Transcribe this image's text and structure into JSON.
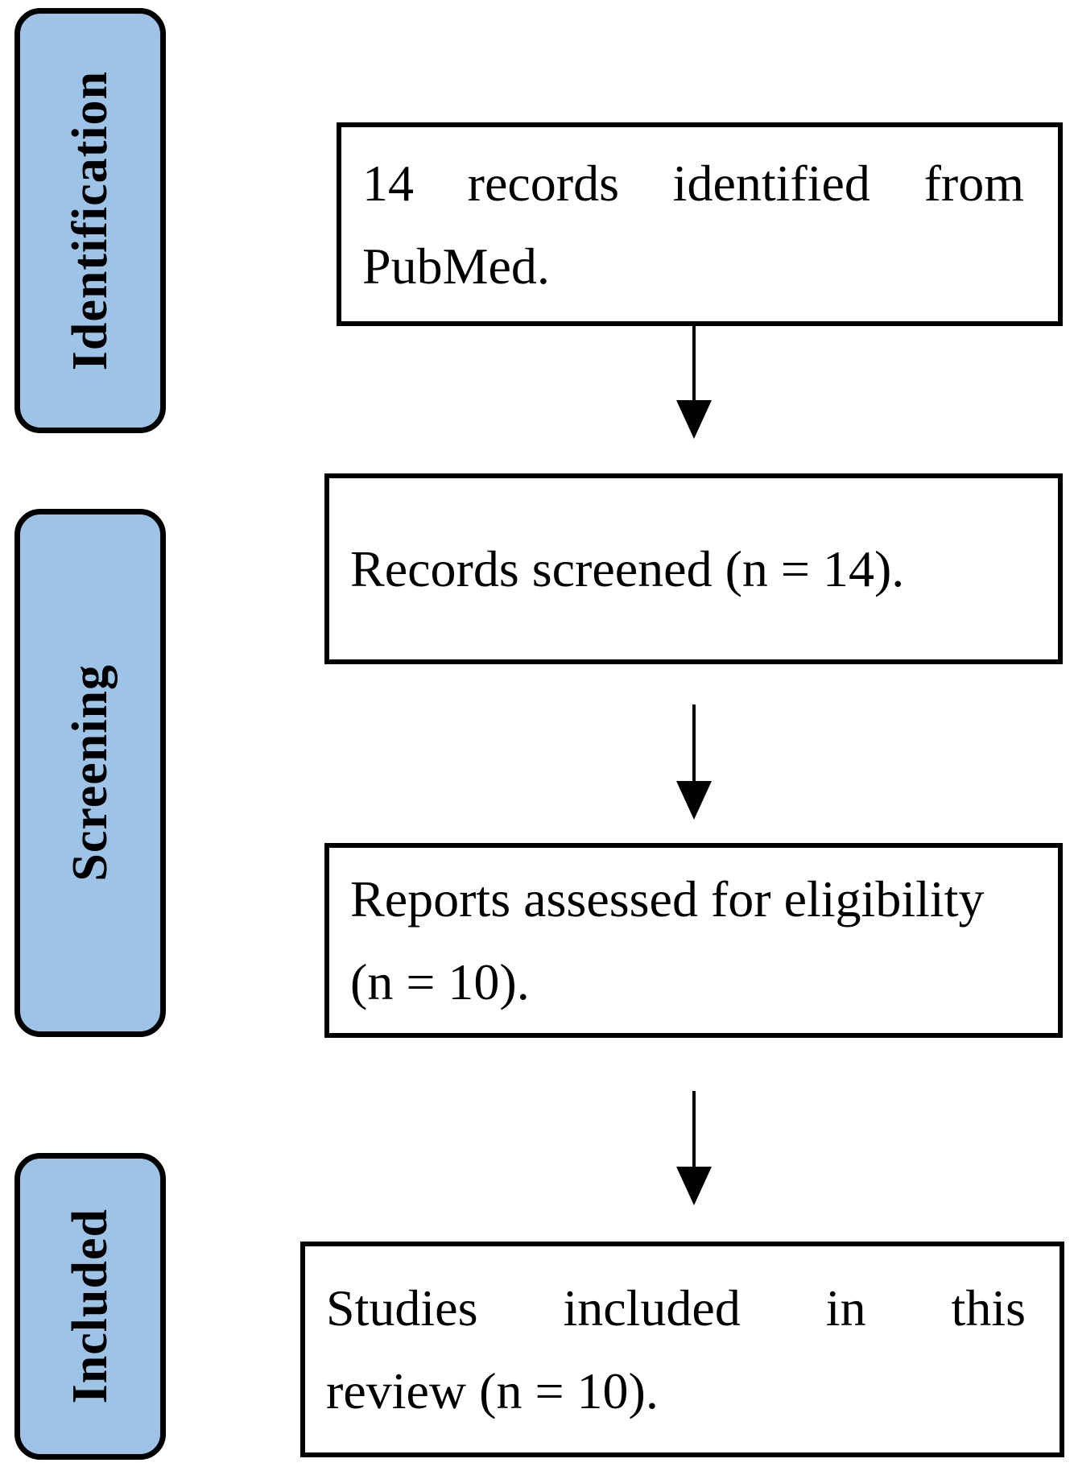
{
  "figure": {
    "type": "prisma-flow-diagram",
    "colors": {
      "stage_fill": "#9DC3E6",
      "stage_border": "#000000",
      "box_fill": "#FFFFFF",
      "box_border": "#000000",
      "arrow": "#000000",
      "text": "#000000"
    },
    "stages": [
      {
        "label": "Identification"
      },
      {
        "label": "Screening"
      },
      {
        "label": "Included"
      }
    ],
    "boxes": [
      {
        "id": "records-identified",
        "full_text": "14 records identified from PubMed.",
        "lines": [
          {
            "text": "14 records identified from",
            "justify": true
          },
          {
            "text": "PubMed.",
            "justify": false
          }
        ]
      },
      {
        "id": "records-screened",
        "full_text": "Records screened (n = 14).",
        "lines": [
          {
            "text": "Records screened (n = 14).",
            "justify": false
          }
        ]
      },
      {
        "id": "reports-assessed",
        "full_text": "Reports assessed for eligibility (n = 10).",
        "lines": [
          {
            "text": "Reports assessed for eligibility",
            "justify": false
          },
          {
            "text": "(n = 10).",
            "justify": false
          }
        ]
      },
      {
        "id": "studies-included",
        "full_text": "Studies included in this review (n = 10).",
        "lines": [
          {
            "text": "Studies included in this",
            "justify": true
          },
          {
            "text": "review (n = 10).",
            "justify": false
          }
        ]
      }
    ],
    "counts": {
      "identified": 14,
      "screened": 14,
      "assessed_for_eligibility": 10,
      "included_in_review": 10
    }
  }
}
